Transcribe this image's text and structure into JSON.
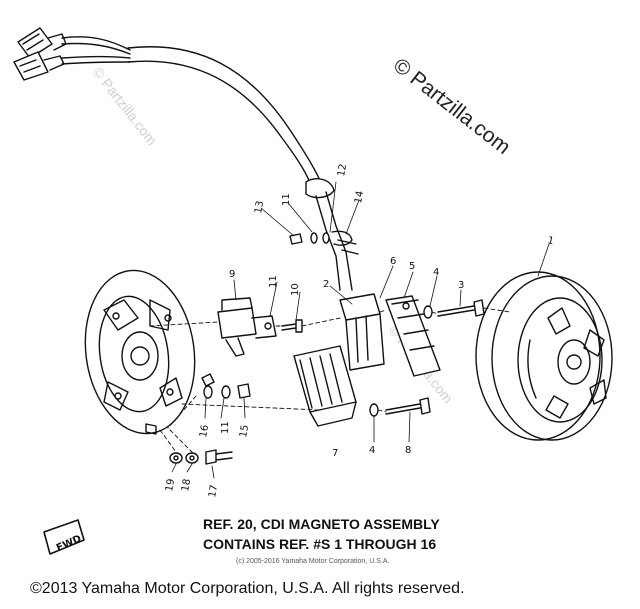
{
  "watermark": {
    "main": "© Partzilla.com",
    "faint": "© Partzilla.com"
  },
  "callouts": [
    {
      "id": "1",
      "text": "1"
    },
    {
      "id": "2",
      "text": "2"
    },
    {
      "id": "3",
      "text": "3"
    },
    {
      "id": "4a",
      "text": "4"
    },
    {
      "id": "4b",
      "text": "4"
    },
    {
      "id": "5",
      "text": "5"
    },
    {
      "id": "6",
      "text": "6"
    },
    {
      "id": "7",
      "text": "7"
    },
    {
      "id": "8",
      "text": "8"
    },
    {
      "id": "9",
      "text": "9"
    },
    {
      "id": "10",
      "text": "10"
    },
    {
      "id": "11a",
      "text": "11"
    },
    {
      "id": "11b",
      "text": "11"
    },
    {
      "id": "11c",
      "text": "11"
    },
    {
      "id": "12",
      "text": "12"
    },
    {
      "id": "13",
      "text": "13"
    },
    {
      "id": "14",
      "text": "14"
    },
    {
      "id": "15",
      "text": "15"
    },
    {
      "id": "16",
      "text": "16"
    },
    {
      "id": "17",
      "text": "17"
    },
    {
      "id": "18",
      "text": "18"
    },
    {
      "id": "19",
      "text": "19"
    }
  ],
  "fwd_label": "FWD",
  "ref_note": {
    "line1": "REF. 20, CDI MAGNETO ASSEMBLY",
    "line2": "CONTAINS REF. #S 1 THROUGH 16"
  },
  "copyright_small": "(c) 2005-2016 Yamaha Motor Corporation, U.S.A.",
  "copyright_main": "©2013 Yamaha Motor Corporation, U.S.A. All rights reserved."
}
